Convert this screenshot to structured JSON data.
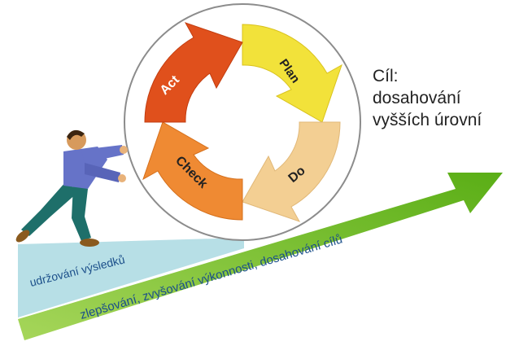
{
  "cycle": {
    "steps": [
      {
        "key": "plan",
        "label": "Plan",
        "color": "#f2e23a"
      },
      {
        "key": "do",
        "label": "Do",
        "color": "#f3cf93"
      },
      {
        "key": "check",
        "label": "Check",
        "color": "#ef8a33"
      },
      {
        "key": "act",
        "label": "Act",
        "color": "#e0501c"
      }
    ]
  },
  "goal": {
    "line1": "Cíl:",
    "line2": "dosahování",
    "line3": "vyšších úrovní"
  },
  "ramp": {
    "maintain_label": "udržování výsledků",
    "improve_label": "zlepšování, zvyšování výkonnosti, dosahování cílů",
    "ramp_color": "#b7dfe6",
    "arrow_color": "#7bc224"
  }
}
